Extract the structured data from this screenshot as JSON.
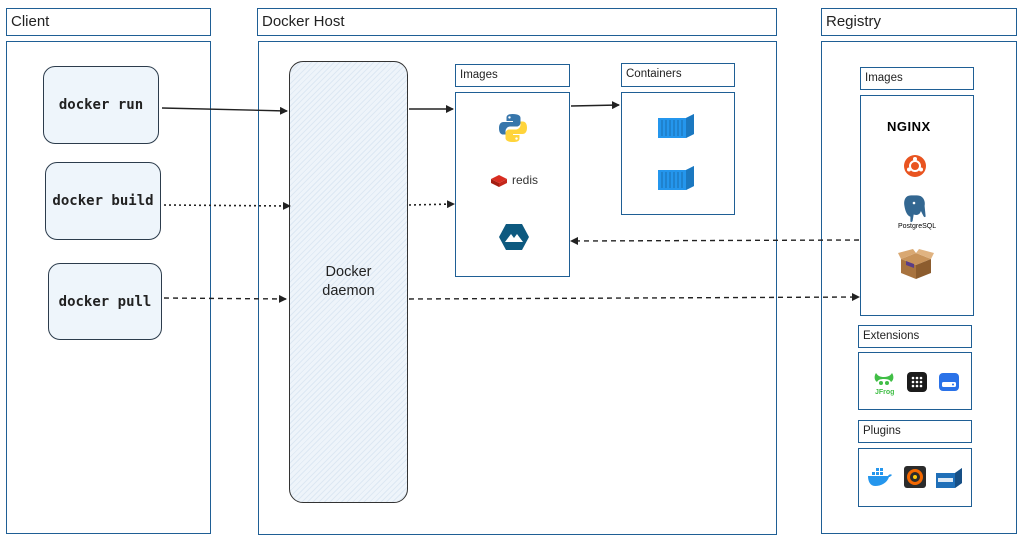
{
  "client": {
    "title": "Client",
    "commands": [
      "docker run",
      "docker build",
      "docker pull"
    ]
  },
  "host": {
    "title": "Docker Host",
    "daemon_line1": "Docker",
    "daemon_line2": "daemon",
    "images_title": "Images",
    "containers_title": "Containers",
    "images": [
      {
        "name": "python-icon"
      },
      {
        "name": "redis-icon",
        "label": "redis"
      },
      {
        "name": "alpine-icon"
      }
    ],
    "containers": [
      {
        "name": "container-icon"
      },
      {
        "name": "container-icon"
      }
    ]
  },
  "registry": {
    "title": "Registry",
    "images_title": "Images",
    "extensions_title": "Extensions",
    "plugins_title": "Plugins",
    "images": [
      {
        "name": "nginx-icon",
        "label": "NGINX"
      },
      {
        "name": "ubuntu-icon"
      },
      {
        "name": "postgresql-icon",
        "label": "PostgreSQL"
      },
      {
        "name": "package-box-icon"
      }
    ],
    "extensions": [
      {
        "name": "jfrog-icon",
        "label": "JFrog"
      },
      {
        "name": "grid-app-icon"
      },
      {
        "name": "drive-icon"
      }
    ],
    "plugins": [
      {
        "name": "docker-whale-icon"
      },
      {
        "name": "grafana-icon"
      },
      {
        "name": "vieux-icon"
      }
    ]
  },
  "colors": {
    "frame": "#1f5f95",
    "docker_blue": "#2496ed",
    "daemon_fill": "#eef4fa"
  }
}
